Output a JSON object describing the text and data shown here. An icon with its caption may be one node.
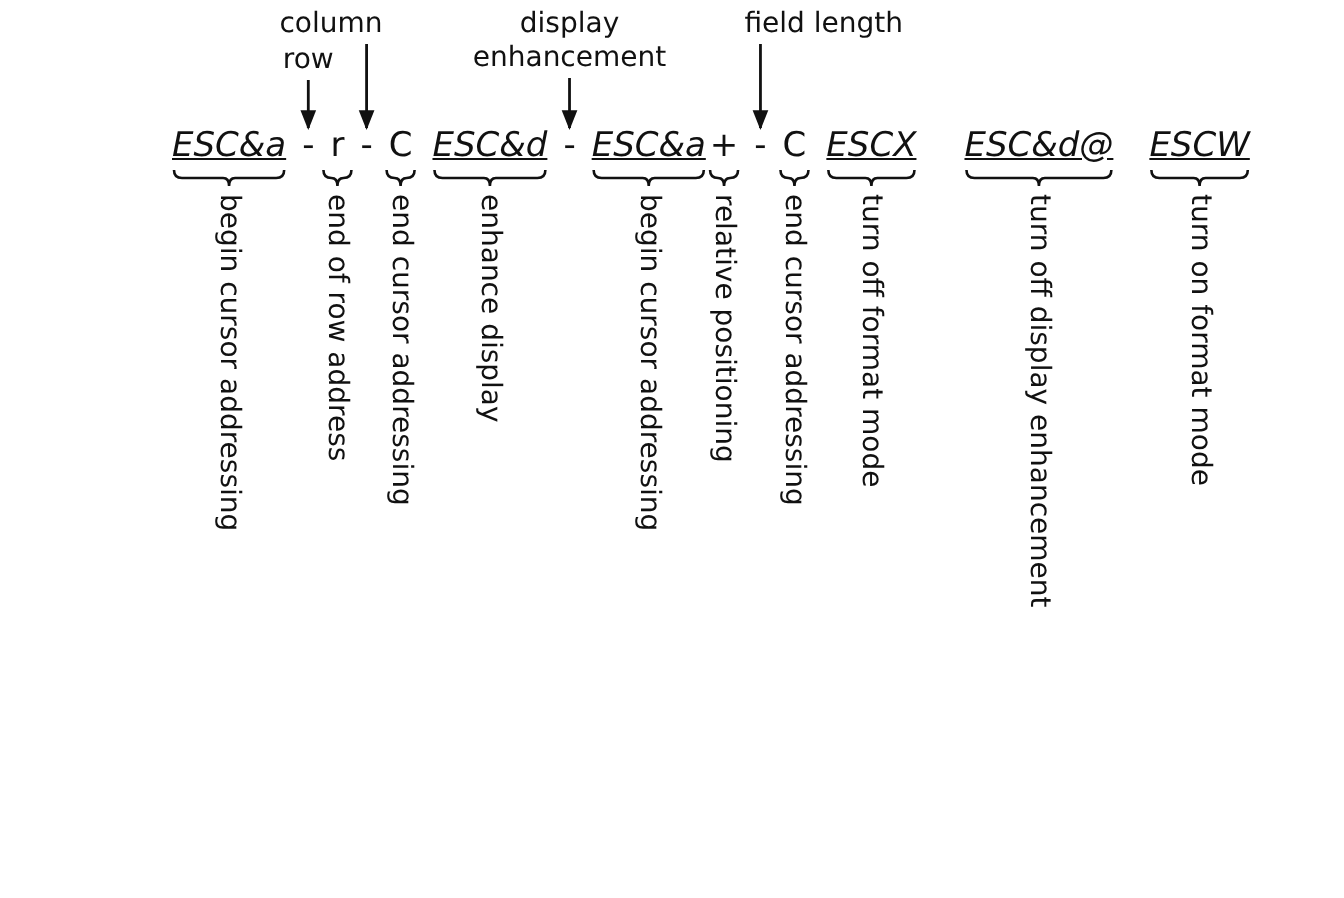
{
  "diagram": {
    "nodes": [
      {
        "text": [
          "column"
        ]
      },
      {
        "text": [
          "row"
        ]
      },
      {
        "text": [
          "display enhancement"
        ]
      },
      {
        "text": [
          "field length"
        ]
      },
      {
        "text": [
          "ESC&a"
        ],
        "beside": [
          "begin cursor addressing"
        ]
      },
      {
        "text": [
          "-"
        ]
      },
      {
        "text": [
          "r"
        ],
        "beside": [
          "end of row address"
        ]
      },
      {
        "text": [
          "-"
        ]
      },
      {
        "text": [
          "C"
        ],
        "beside": [
          "end cursor addressing"
        ]
      },
      {
        "text": [
          "ESC&d"
        ],
        "beside": [
          "enhance display"
        ]
      },
      {
        "text": [
          "-"
        ]
      },
      {
        "text": [
          "ESC&a"
        ],
        "beside": [
          "begin cursor addressing"
        ]
      },
      {
        "text": [
          "+"
        ],
        "beside": [
          "relative positioning"
        ]
      },
      {
        "text": [
          "-"
        ]
      },
      {
        "text": [
          "C"
        ],
        "beside": [
          "end cursor addressing"
        ]
      },
      {
        "text": [
          "ESCX"
        ],
        "beside": [
          "turn off format mode"
        ]
      },
      {
        "text": [
          "ESC&d@"
        ],
        "beside": [
          "turn off display enhancement"
        ]
      },
      {
        "text": [
          "ESCW"
        ],
        "beside": [
          "turn on format mode"
        ]
      }
    ],
    "edges": [
      {
        "from": 1,
        "to": 5,
        "arrow": "to"
      },
      {
        "from": 0,
        "to": 7,
        "arrow": "to"
      },
      {
        "from": 2,
        "to": 10,
        "arrow": "to"
      },
      {
        "from": 3,
        "to": 13,
        "arrow": "to"
      }
    ]
  }
}
